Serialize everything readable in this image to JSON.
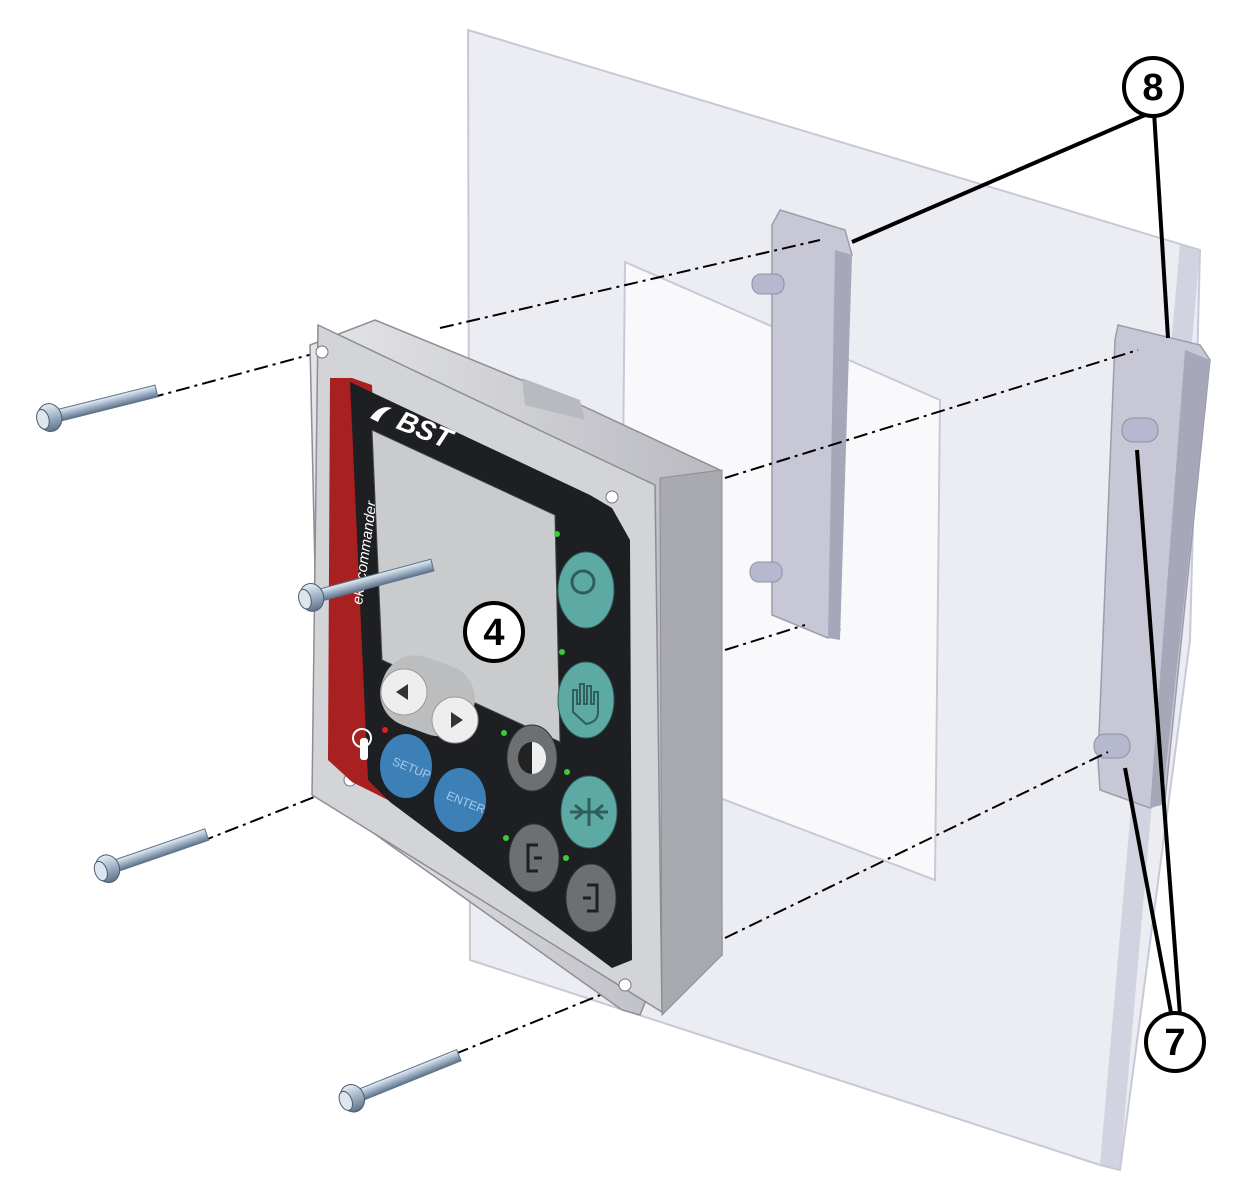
{
  "callouts": [
    {
      "id": "8",
      "label": "8"
    },
    {
      "id": "4",
      "label": "4"
    },
    {
      "id": "7",
      "label": "7"
    }
  ],
  "device": {
    "brand": "BST",
    "product_name": "ekr commander",
    "buttons": {
      "setup": "SETUP",
      "enter": "ENTER"
    }
  },
  "colors": {
    "panel_glass": "#dcdde9",
    "panel_edge": "#c8c9d8",
    "housing": "#d3d4d8",
    "housing_dark": "#a9aab0",
    "front_black": "#1d1f22",
    "red_strip": "#a82020",
    "screen": "#c9cbcc",
    "teal_button": "#5da9a4",
    "blue_button": "#3d80b8",
    "grey_button": "#6d7073",
    "led_green": "#3ecb3a",
    "led_red": "#e02020",
    "bracket": "#c7c7d6"
  }
}
